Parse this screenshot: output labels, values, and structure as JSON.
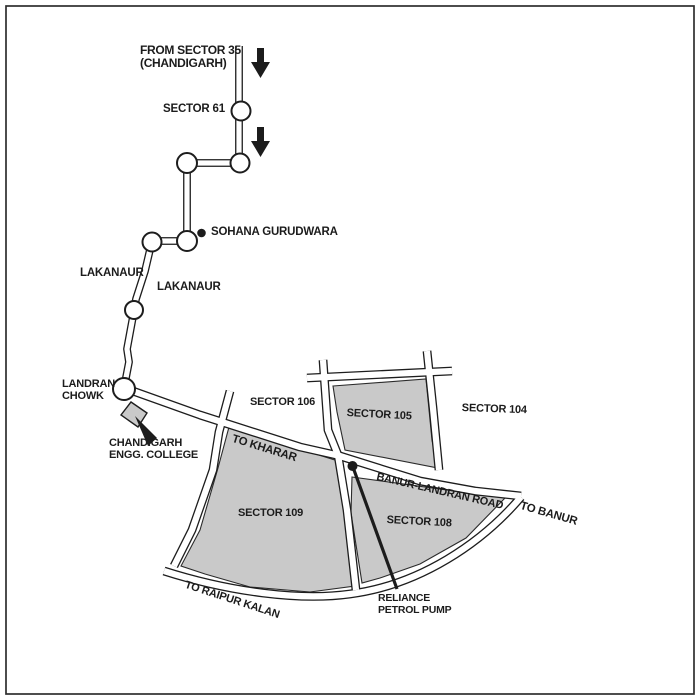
{
  "title": "Route map to Chandigarh Engineering College, Landran",
  "colors": {
    "background": "#ffffff",
    "frame": "#2e2e2e",
    "sector_fill": "#c9c9c9",
    "road_fill": "#ffffff",
    "road_casing": "#1d1d1d",
    "ink": "#1c1c1c"
  },
  "origin": {
    "line1": "FROM SECTOR 35",
    "line2": "(CHANDIGARH)"
  },
  "places": {
    "sector_61": "SECTOR 61",
    "sohana_gurudwara": "SOHANA GURUDWARA",
    "lakanaur_west": "LAKANAUR",
    "lakanaur_east": "LAKANAUR",
    "landran_chowk_line1": "LANDRAN",
    "landran_chowk_line2": "CHOWK",
    "college_line1": "CHANDIGARH",
    "college_line2": "ENGG. COLLEGE",
    "reliance_line1": "RELIANCE",
    "reliance_line2": "PETROL PUMP"
  },
  "sectors": {
    "sector_104": "SECTOR 104",
    "sector_105": "SECTOR 105",
    "sector_106": "SECTOR 106",
    "sector_108": "SECTOR 108",
    "sector_109": "SECTOR 109"
  },
  "roads": {
    "to_kharar": "TO KHARAR",
    "banur_landran_road": "BANUR-LANDRAN ROAD",
    "to_banur": "TO BANUR",
    "to_raipur_kalan": "TO RAIPUR KALAN"
  },
  "icons": {
    "direction_arrow": "down-arrow",
    "poi_marker": "filled-dot",
    "junction_node": "open-circle"
  }
}
